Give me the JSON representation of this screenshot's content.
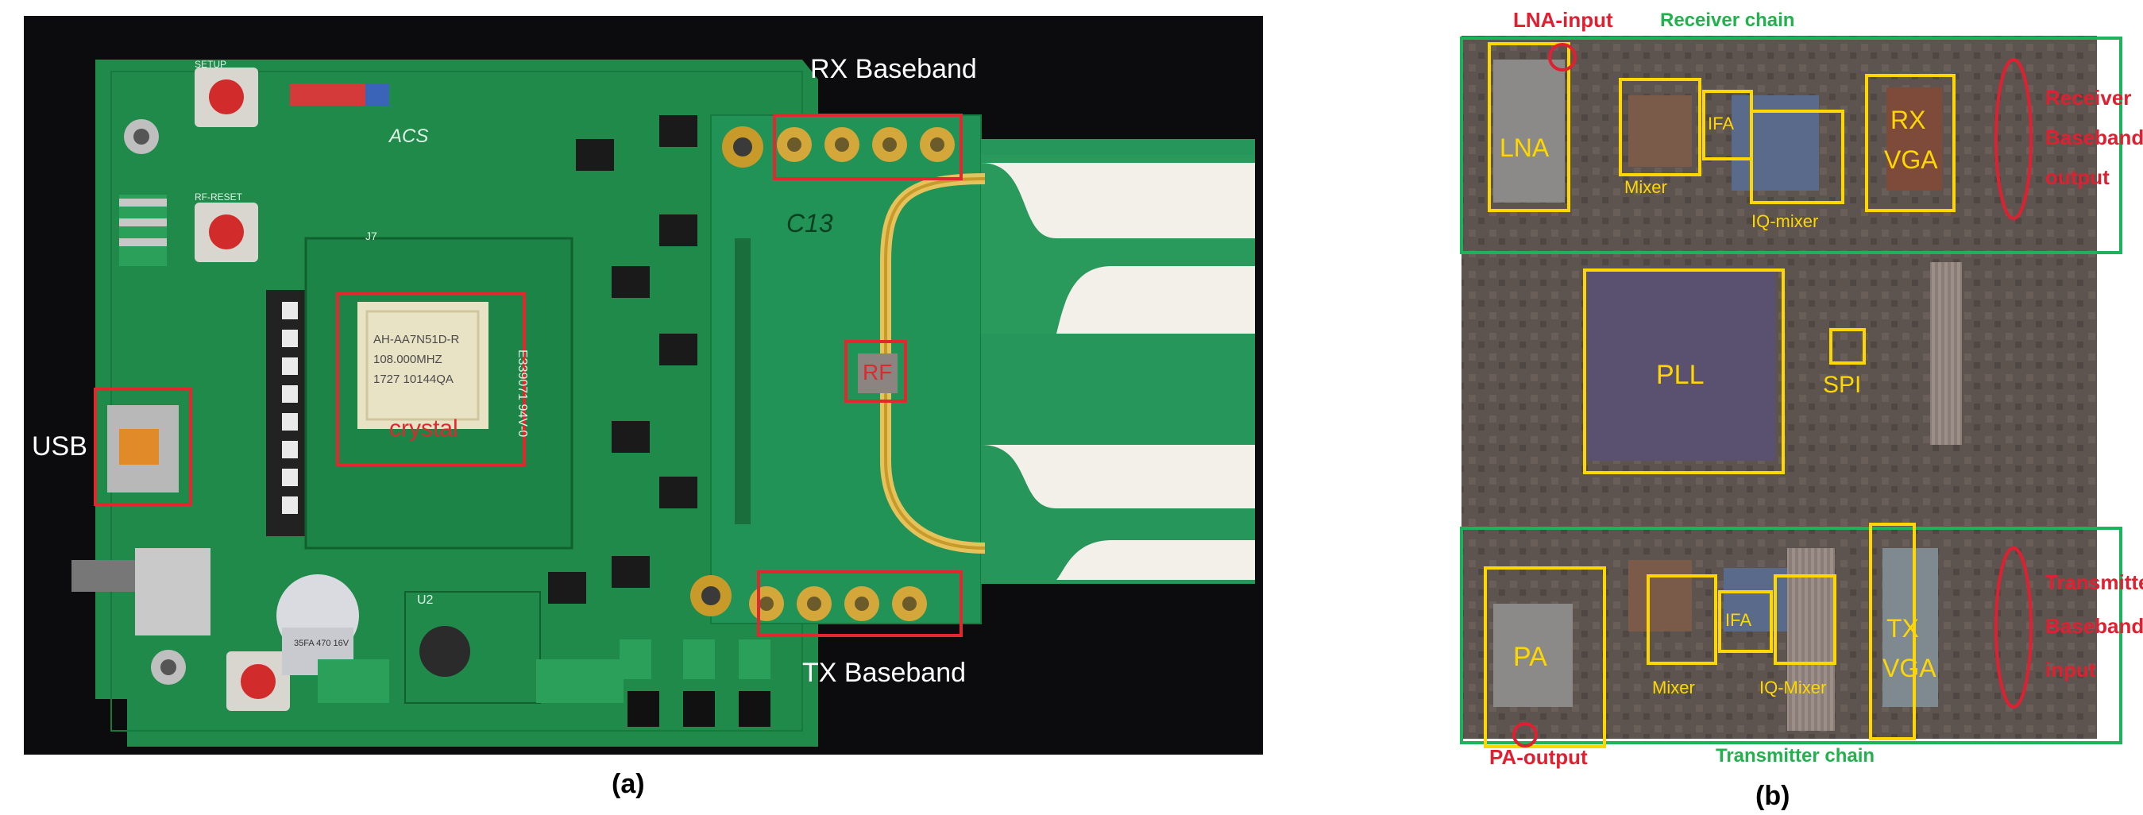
{
  "panel_a": {
    "caption": "(a)",
    "labels": {
      "rx_baseband": "RX Baseband",
      "tx_baseband": "TX Baseband",
      "usb": "USB",
      "crystal": "crystal",
      "rf": "RF"
    },
    "silkscreen": {
      "setup": "SETUP",
      "rf_reset": "RF-RESET",
      "acs": "ACS",
      "j7": "J7",
      "u2": "U2",
      "c13": "C13",
      "crystal_line1": "AH-AA7N51D-R",
      "crystal_line2": "108.000MHZ",
      "crystal_line3": "1727  10144QA",
      "cap_text": "35FA 470 16V",
      "side_text": "E339071 94V-0"
    }
  },
  "panel_b": {
    "caption": "(b)",
    "labels": {
      "lna_input": "LNA-input",
      "receiver_chain": "Receiver chain",
      "receiver_baseband_output": [
        "Receiver",
        "Baseband",
        "output"
      ],
      "pa_output": "PA-output",
      "transmitter_chain": "Transmitter chain",
      "transmitter_baseband_input": [
        "Transmitter",
        "Baseband",
        "input"
      ]
    },
    "blocks": {
      "lna": "LNA",
      "mixer_rx": "Mixer",
      "ifa_rx": "IFA",
      "iq_mixer_rx": "IQ-mixer",
      "rx_vga": [
        "RX",
        "VGA"
      ],
      "pll": "PLL",
      "spi": "SPI",
      "pa": "PA",
      "mixer_tx": "Mixer",
      "ifa_tx": "IFA",
      "iq_mixer_tx": "IQ-Mixer",
      "tx_vga": [
        "TX",
        "VGA"
      ]
    }
  },
  "colors": {
    "pcb_green": "#1f8a4a",
    "pcb_dark": "#156b38",
    "annotation_red": "#e0282e",
    "chip_yellow": "#ffd700",
    "chain_green": "#1db35a",
    "label_red": "#e02030",
    "label_green": "#22b14c",
    "die_bg": "#5a524e",
    "rf_board_white": "#f2f0e8",
    "trace_gold": "#e6c25a"
  }
}
